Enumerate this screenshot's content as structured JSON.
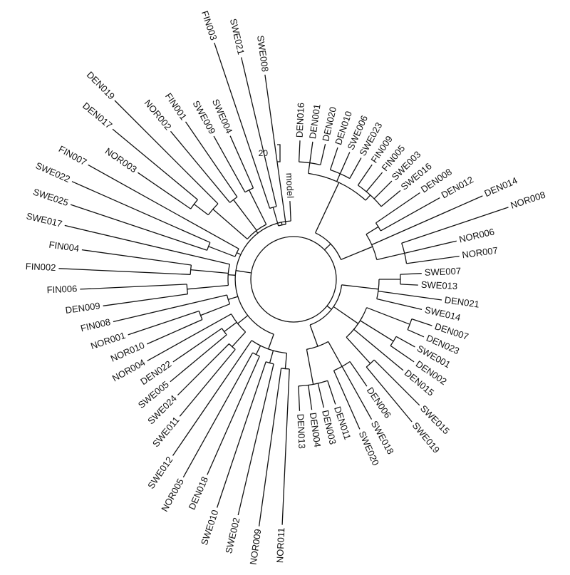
{
  "tree": {
    "scale_bar": {
      "label": "20"
    },
    "leaves": [
      "NOR011",
      "NOR009",
      "SWE002",
      "SWE010",
      "DEN018",
      "NOR005",
      "SWE012",
      "SWE011",
      "SWE024",
      "SWE005",
      "DEN022",
      "NOR004",
      "NOR010",
      "NOR001",
      "FIN008",
      "DEN009",
      "FIN006",
      "FIN002",
      "FIN004",
      "SWE017",
      "SWE025",
      "SWE022",
      "FIN007",
      "NOR003",
      "DEN017",
      "DEN019",
      "NOR002",
      "FIN001",
      "SWE009",
      "SWE004",
      "FIN003",
      "SWE021",
      "SWE008",
      "model",
      "DEN016",
      "DEN001",
      "DEN020",
      "DEN010",
      "SWE006",
      "SWE023",
      "FIN009",
      "FIN005",
      "SWE003",
      "SWE016",
      "DEN008",
      "DEN012",
      "DEN014",
      "NOR008",
      "NOR006",
      "NOR007",
      "SWE007",
      "SWE013",
      "DEN021",
      "SWE014",
      "DEN007",
      "DEN023",
      "SWE001",
      "DEN002",
      "DEN015",
      "SWE015",
      "SWE019",
      "DEN006",
      "SWE018",
      "SWE020",
      "DEN011",
      "DEN003",
      "DEN004",
      "DEN013"
    ]
  }
}
